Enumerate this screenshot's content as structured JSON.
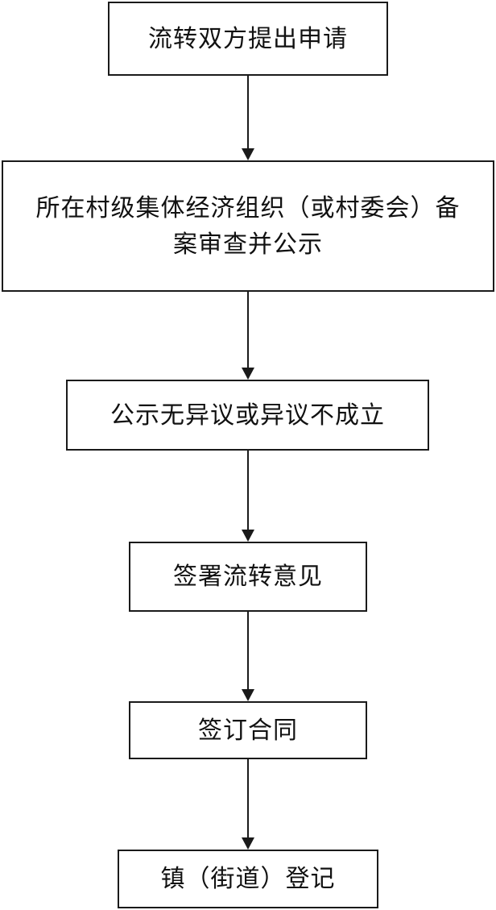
{
  "flowchart": {
    "steps": [
      {
        "label": "流转双方提出申请"
      },
      {
        "label": "所在村级集体经济组织（或村委会）备案审查并公示"
      },
      {
        "label": "公示无异议或异议不成立"
      },
      {
        "label": "签署流转意见"
      },
      {
        "label": "签订合同"
      },
      {
        "label": "镇（街道）登记"
      }
    ],
    "colors": {
      "border": "#1a1a1a",
      "arrow": "#1a1a1a",
      "background": "#ffffff"
    }
  }
}
